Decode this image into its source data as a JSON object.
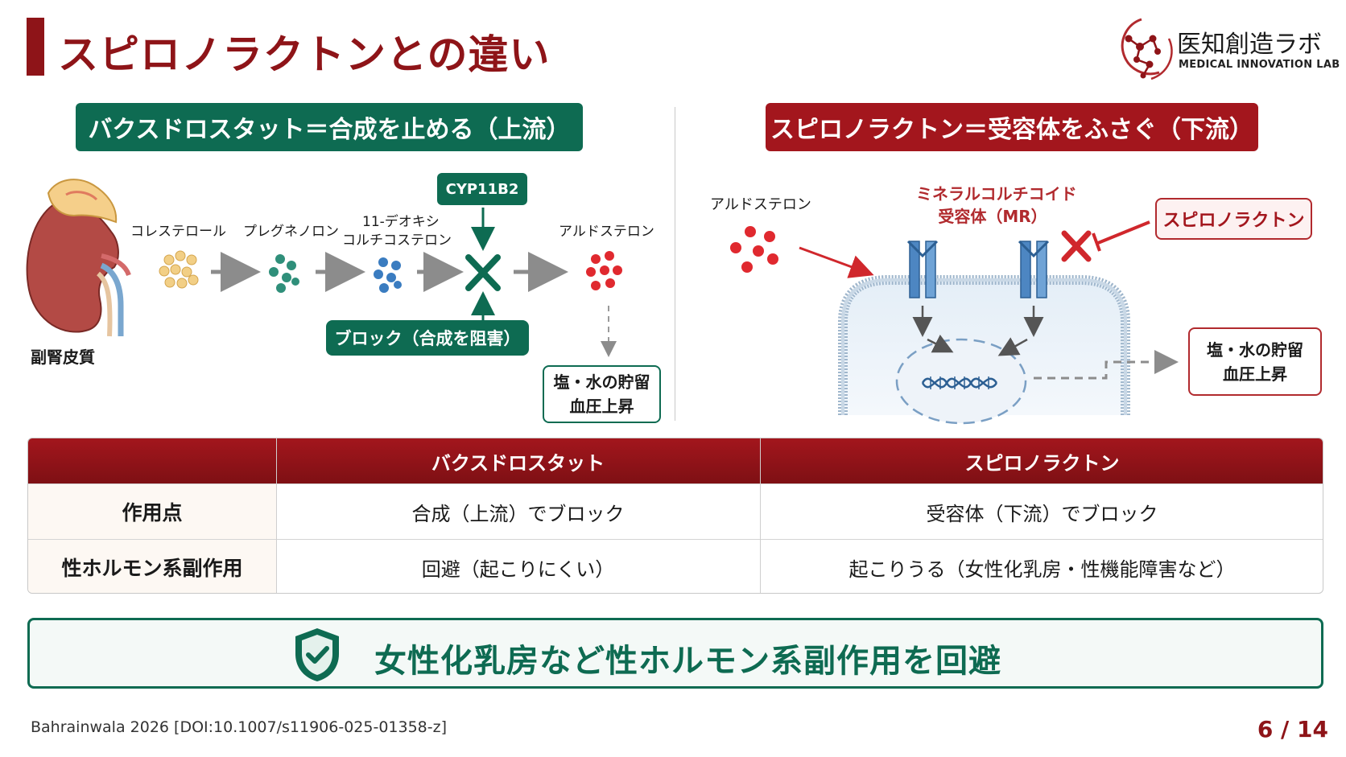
{
  "title": "スピロノラクトンとの違い",
  "logo": {
    "name": "医知創造ラボ",
    "sub": "MEDICAL INNOVATION LAB",
    "icon": "network-node-logo-icon"
  },
  "left_panel": {
    "heading": "バクスドロスタット＝合成を止める（上流）",
    "organ_label": "副腎皮質",
    "steps": [
      "コレステロール",
      "プレグネノロン",
      "11-デオキシ",
      "コルチコステロン",
      "アルドステロン"
    ],
    "enzyme": "CYP11B2",
    "block_label": "ブロック（合成を阻害）",
    "effect": [
      "塩・水の貯留",
      "血圧上昇"
    ]
  },
  "right_panel": {
    "heading": "スピロノラクトン＝受容体をふさぐ（下流）",
    "ligand_label": "アルドステロン",
    "receptor_label": [
      "ミネラルコルチコイド",
      "受容体（MR）"
    ],
    "drug_label": "スピロノラクトン",
    "effect": [
      "塩・水の貯留",
      "血圧上昇"
    ]
  },
  "table": {
    "headers": [
      "",
      "バクスドロスタット",
      "スピロノラクトン"
    ],
    "rows": [
      {
        "label": "作用点",
        "cells": [
          "合成（上流）でブロック",
          "受容体（下流）でブロック"
        ]
      },
      {
        "label": "性ホルモン系副作用",
        "cells": [
          "回避（起こりにくい）",
          "起こりうる（女性化乳房・性機能障害など）"
        ]
      }
    ]
  },
  "conclusion": "女性化乳房など性ホルモン系副作用を回避",
  "citation": "Bahrainwala 2026 [DOI:10.1007/s11906-025-01358-z]",
  "page": "6 / 14",
  "colors": {
    "accent_red": "#8e1418",
    "accent_green": "#0e6b52"
  }
}
